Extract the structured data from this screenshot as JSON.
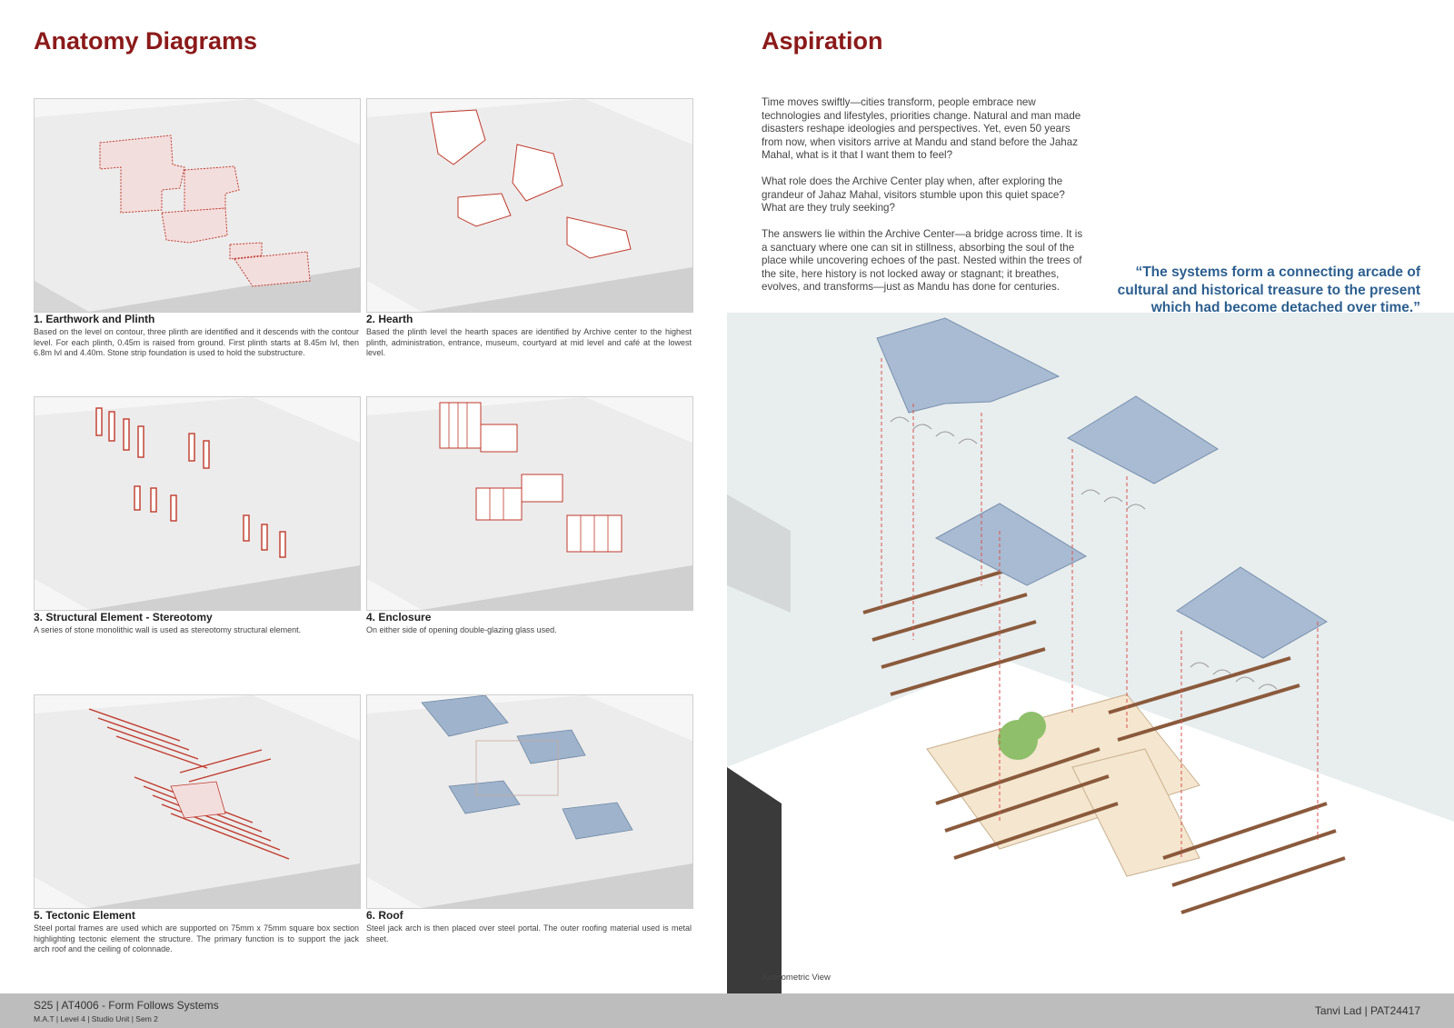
{
  "left": {
    "title": "Anatomy Diagrams",
    "diagrams": [
      {
        "title": "1. Earthwork and Plinth",
        "text": "Based on the level on contour, three plinth are identified and it descends with the contour level. For each plinth, 0.45m is raised from ground. First plinth starts at 8.45m lvl, then 6.8m lvl and 4.40m. Stone strip foundation is used to hold the substructure."
      },
      {
        "title": "2. Hearth",
        "text": "Based the plinth level the hearth spaces are identified by Archive center to the highest plinth, administration, entrance, museum, courtyard at mid level and café at the lowest level."
      },
      {
        "title": "3. Structural Element - Stereotomy",
        "text": "A series of stone monolithic wall is used as stereotomy structural element."
      },
      {
        "title": "4. Enclosure",
        "text": "On either side of opening double-glazing glass used."
      },
      {
        "title": "5. Tectonic Element",
        "text": "Steel portal frames are used which are supported on 75mm x 75mm square box section highlighting tectonic element the structure. The primary function is to support the jack arch roof and the ceiling of colonnade."
      },
      {
        "title": "6. Roof",
        "text": "Steel jack arch is then placed over steel portal. The outer roofing material used is metal sheet."
      }
    ]
  },
  "right": {
    "title": "Aspiration",
    "paragraphs": [
      "Time moves swiftly—cities transform, people embrace new technologies and lifestyles, priorities change. Natural and man made disasters reshape ideologies and perspectives. Yet, even 50 years from now, when visitors arrive at Mandu and stand before the Jahaz Mahal, what is it that I want them to feel?",
      "What role does the Archive Center play when, after exploring the grandeur of Jahaz Mahal, visitors stumble upon this quiet space? What are they truly seeking?",
      "The answers lie within the Archive Center—a bridge across time. It is a sanctuary where one can sit in stillness, absorbing the soul of the place while uncovering echoes of the past. Nested within the trees of the site, here history is not locked away or stagnant; it breathes, evolves, and transforms—just as Mandu has done for centuries."
    ],
    "quote": "“The systems form a connecting arcade of cultural and historical treasure to the present which had become detached over time.”",
    "axo_label": "Axonometric View"
  },
  "footer": {
    "main": "S25 | AT4006 - Form Follows Systems",
    "sub": "M.A.T | Level 4 | Studio Unit | Sem 2",
    "author": "Tanvi Lad | PAT24417"
  },
  "colors": {
    "title": "#8b1a1a",
    "quote": "#2c5f8f",
    "plinth": "#c0392b",
    "roof": "#9fb4cc",
    "steel": "#8a5a3c"
  }
}
